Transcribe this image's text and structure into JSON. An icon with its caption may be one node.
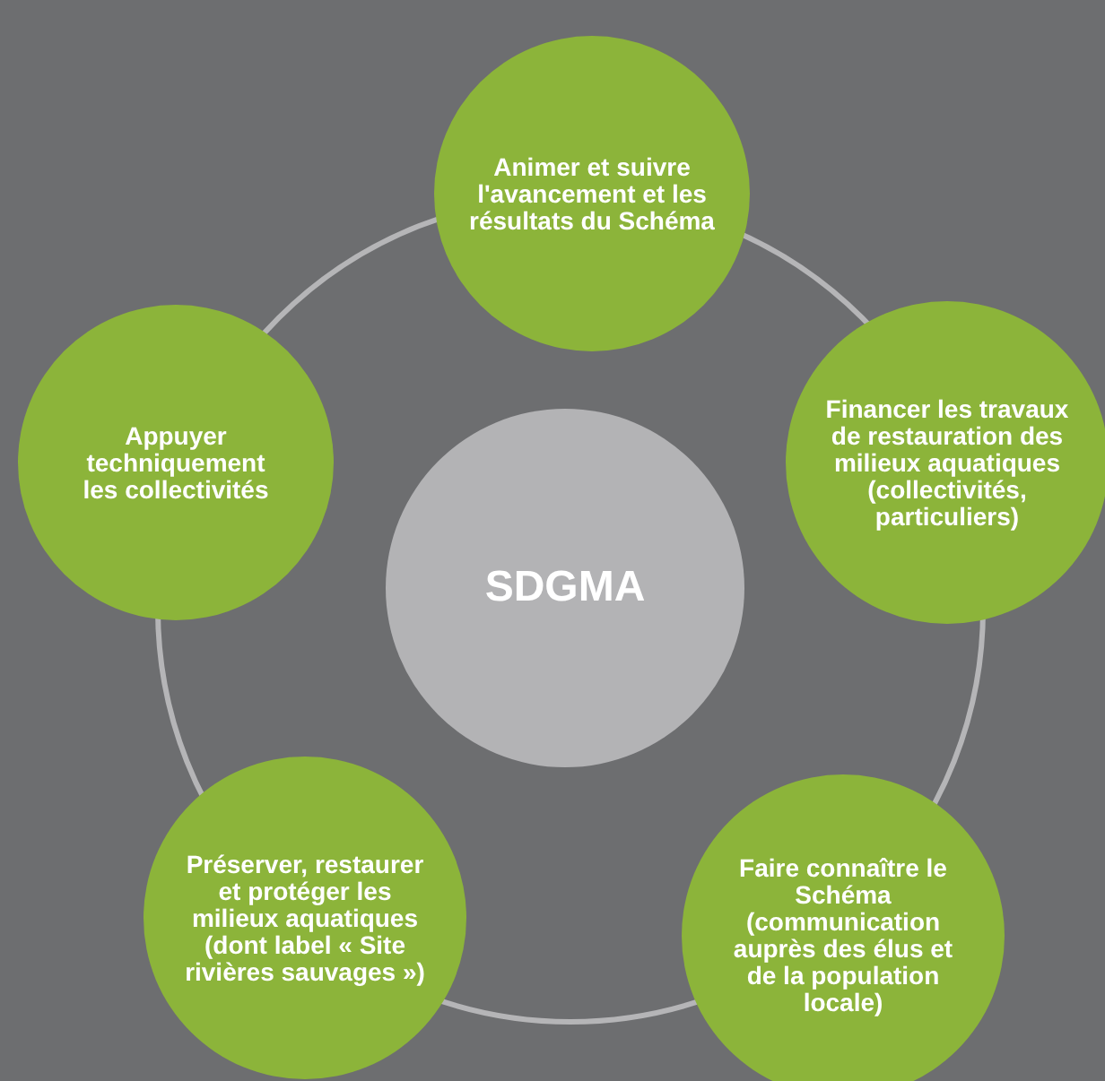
{
  "diagram": {
    "nodes": [
      {
        "text": [
          "Animer et suivre l'avancement et les résultats du Schéma"
        ]
      },
      {
        "text": [
          "Appuyer techniquement les collectivités"
        ]
      },
      {
        "text": [
          "Financer les travaux de restauration des milieux aquatiques (collectivités, particuliers)"
        ]
      },
      {
        "text": [
          "SDGMA"
        ]
      },
      {
        "text": [
          "Préserver, restaurer et protéger les milieux aquatiques (dont label « Site rivières sauvages »)"
        ]
      },
      {
        "text": [
          "Faire connaître le Schéma (communication auprès des élus et de la population locale)"
        ]
      }
    ]
  }
}
